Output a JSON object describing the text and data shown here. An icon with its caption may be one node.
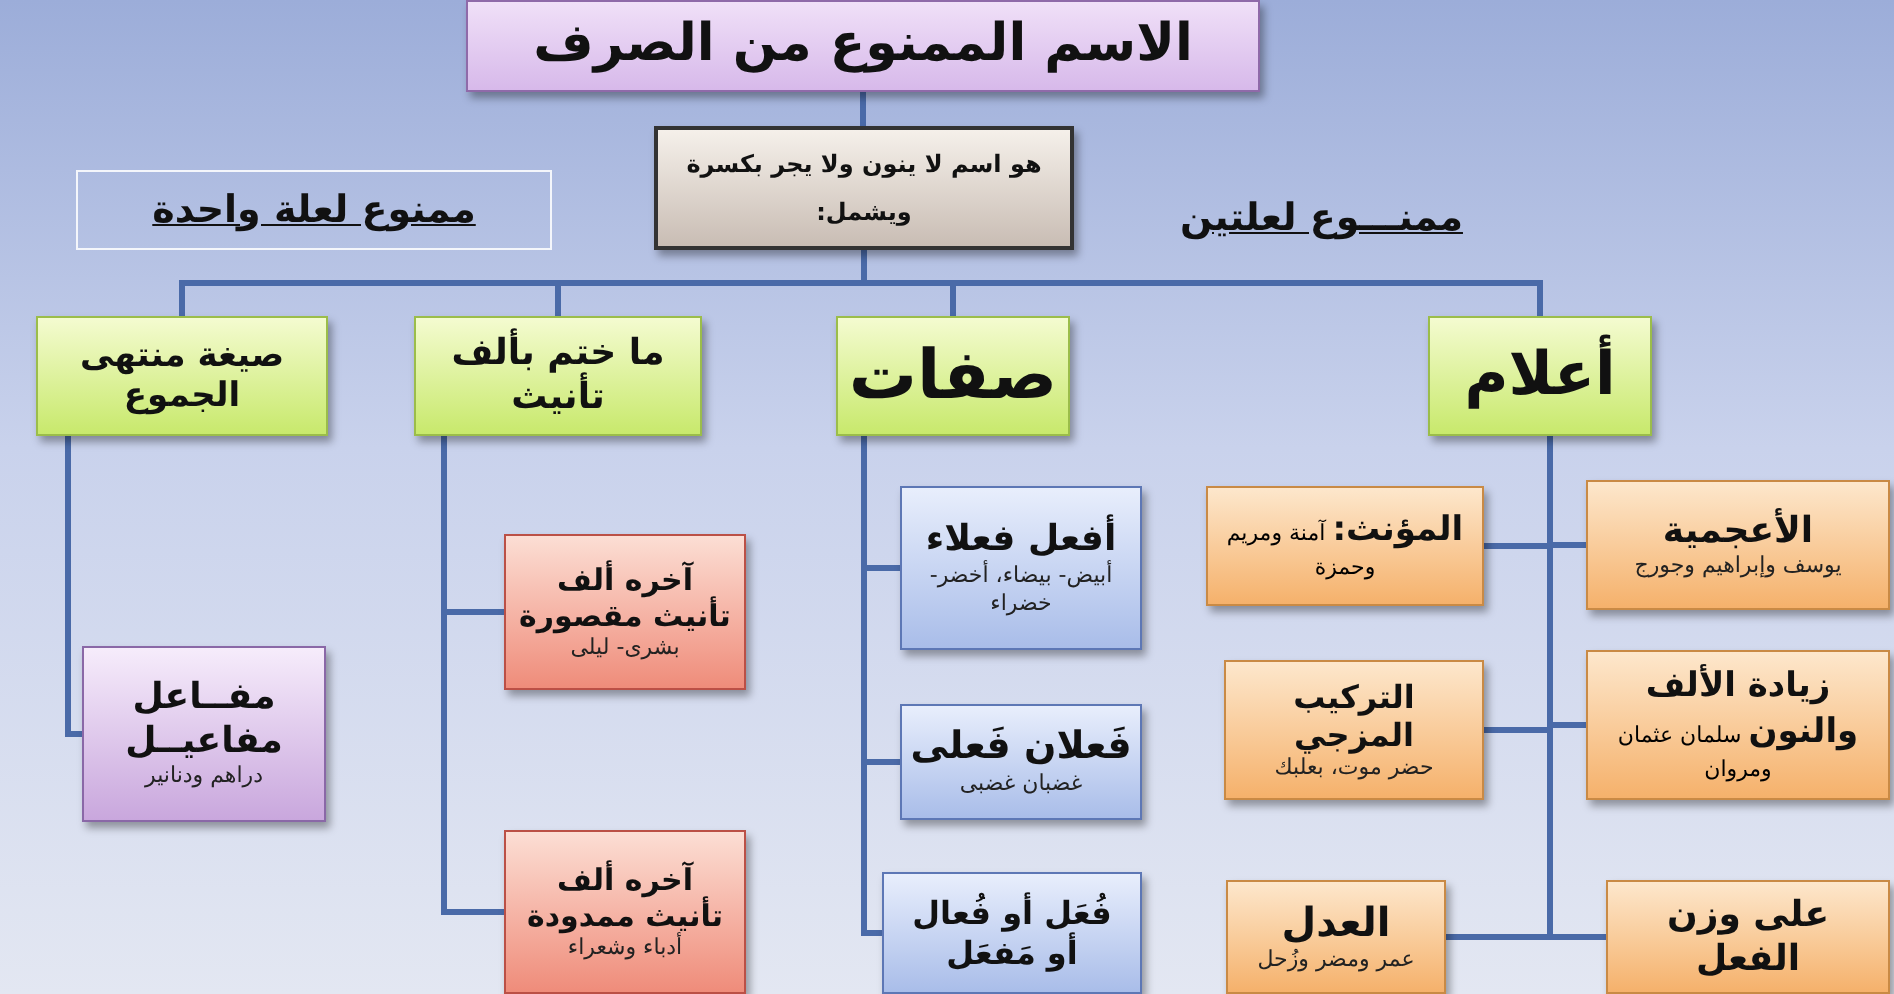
{
  "diagram": {
    "nodes": [
      {
        "text": [
          "الاسم الممنوع من الصرف"
        ]
      },
      {
        "text": [
          "هو اسم لا ينون ولا يجر بكسرة ويشمل:"
        ]
      },
      {
        "text": [
          "ممنوع لعلة واحدة"
        ]
      },
      {
        "text": [
          "أعلام"
        ]
      },
      {
        "text": [
          "صفات"
        ]
      },
      {
        "text": [
          "ما ختم بألف تأنيث"
        ]
      },
      {
        "text": [
          "صيغة منتهى الجموع"
        ]
      },
      {
        "text": [
          "الأعجمية",
          "يوسف وإبراهيم وجورج"
        ]
      },
      {
        "text": [
          "**المؤنث:** آمنة ومريم وحمزة"
        ]
      },
      {
        "text": [
          "**زيادة الألف والنون** سلمان عثمان ومروان"
        ]
      },
      {
        "text": [
          "التركيب المزجي",
          "حضر موت، بعلبك"
        ]
      },
      {
        "text": [
          "على وزن الفعل"
        ]
      },
      {
        "text": [
          "العدل",
          "عمر ومضر وزُحل"
        ]
      },
      {
        "text": [
          "أفعل فعلاء",
          "أبيض- بيضاء، أخضر- خضراء"
        ]
      },
      {
        "text": [
          "فَعلان فَعلى",
          "غضبان غضبى"
        ]
      },
      {
        "text": [
          "فُعَل أو فُعال أو مَفعَل"
        ]
      },
      {
        "text": [
          "آخره ألف تأنيث مقصورة",
          "بشرى- ليلى"
        ]
      },
      {
        "text": [
          "آخره ألف تأنيث ممدودة",
          "أدباء وشعراء"
        ]
      },
      {
        "text": [
          "مفــاعل مفاعيــل",
          "دراهم ودنانير"
        ]
      }
    ],
    "edges": [
      {
        "from": 0,
        "to": 1,
        "arrow": "none"
      },
      {
        "from": 1,
        "to": 3,
        "arrow": "none"
      },
      {
        "from": 1,
        "to": 4,
        "arrow": "none"
      },
      {
        "from": 1,
        "to": 5,
        "arrow": "none"
      },
      {
        "from": 1,
        "to": 6,
        "arrow": "none"
      },
      {
        "from": 3,
        "to": 7,
        "arrow": "none"
      },
      {
        "from": 3,
        "to": 8,
        "arrow": "none"
      },
      {
        "from": 3,
        "to": 9,
        "arrow": "none"
      },
      {
        "from": 3,
        "to": 10,
        "arrow": "none"
      },
      {
        "from": 3,
        "to": 11,
        "arrow": "none"
      },
      {
        "from": 3,
        "to": 12,
        "arrow": "none"
      },
      {
        "from": 4,
        "to": 13,
        "arrow": "none"
      },
      {
        "from": 4,
        "to": 14,
        "arrow": "none"
      },
      {
        "from": 4,
        "to": 15,
        "arrow": "none"
      },
      {
        "from": 5,
        "to": 16,
        "arrow": "none"
      },
      {
        "from": 5,
        "to": 17,
        "arrow": "none"
      },
      {
        "from": 6,
        "to": 18,
        "arrow": "none"
      }
    ],
    "labels": [
      "ممنـــوع لعلتين"
    ]
  }
}
